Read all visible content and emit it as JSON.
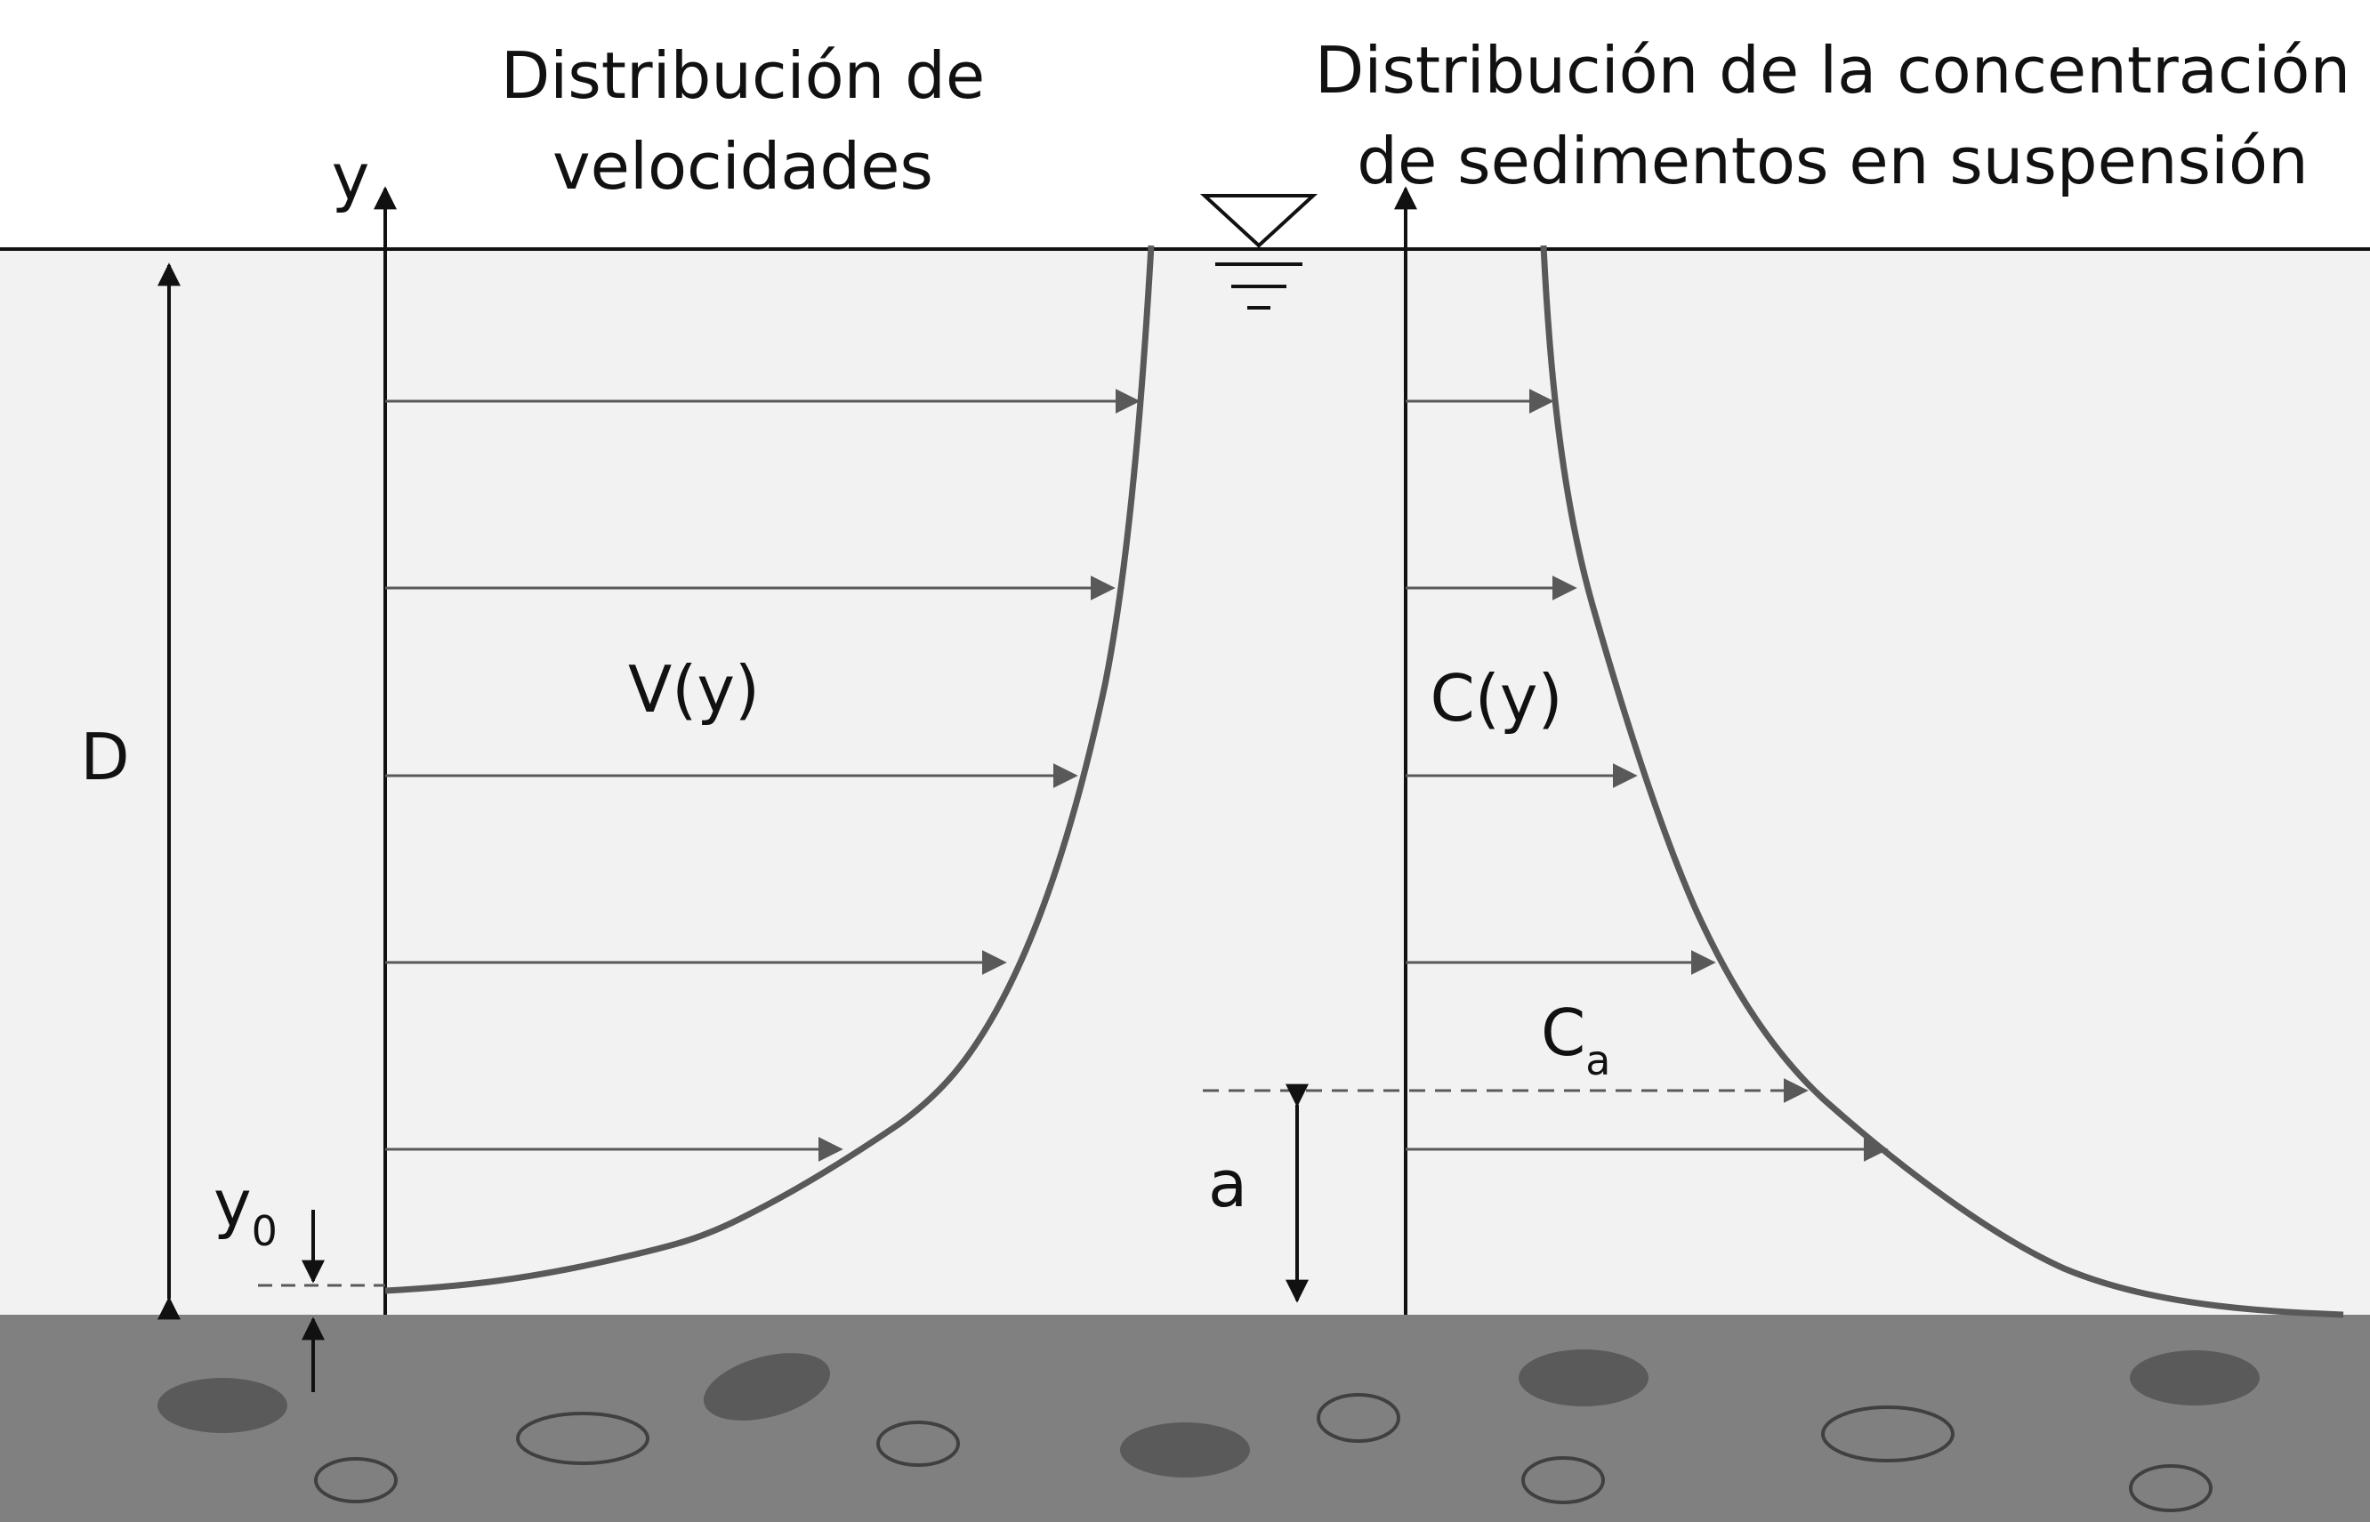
{
  "titles": {
    "velocity_line1": "Distribución de",
    "velocity_line2": "velocidades",
    "concentration_line1": "Distribución de la concentración",
    "concentration_line2": "de sedimentos en suspensión"
  },
  "labels": {
    "y_axis": "y",
    "depth": "D",
    "velocity_curve": "V(y)",
    "concentration_curve": "C(y)",
    "reference_conc_main": "C",
    "reference_conc_sub": "a",
    "reference_height": "a",
    "roughness_main": "y",
    "roughness_sub": "0"
  },
  "icons": {
    "water_surface": "water-level-triangle-icon"
  },
  "colors": {
    "water": "#f2f2f2",
    "bed": "#808080",
    "stone_dark": "#5a5a5a",
    "profile_curve": "#595959",
    "line": "#111111"
  }
}
